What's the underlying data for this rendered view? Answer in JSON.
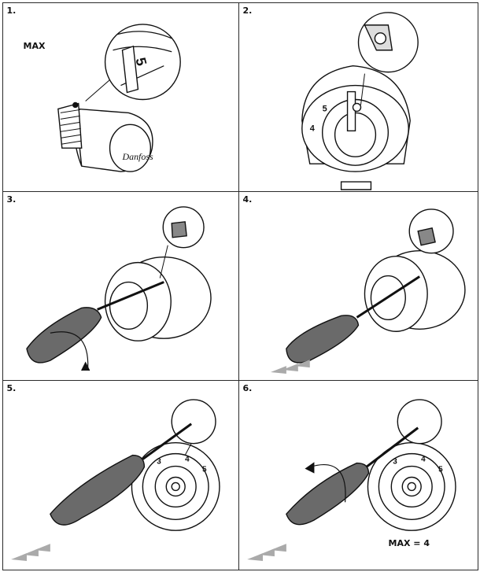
{
  "steps": [
    {
      "number": "1.",
      "caption": "MAX",
      "dial_label": "5"
    },
    {
      "number": "2.",
      "dial_labels": [
        "4",
        "5"
      ]
    },
    {
      "number": "3."
    },
    {
      "number": "4."
    },
    {
      "number": "5.",
      "dial_labels": [
        "3",
        "4",
        "5"
      ]
    },
    {
      "number": "6.",
      "caption": "MAX = 4",
      "dial_labels": [
        "3",
        "4",
        "5"
      ]
    }
  ]
}
